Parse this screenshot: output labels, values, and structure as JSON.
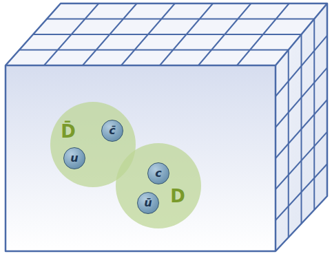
{
  "diagram": {
    "nodes": [
      {
        "text": [
          "D̄"
        ]
      },
      {
        "text": [
          "c̄"
        ],
        "in": 0
      },
      {
        "text": [
          "u"
        ],
        "in": 0
      },
      {
        "text": [
          "D"
        ]
      },
      {
        "text": [
          "c"
        ],
        "in": 3
      },
      {
        "text": [
          "ū"
        ],
        "in": 3
      }
    ]
  }
}
